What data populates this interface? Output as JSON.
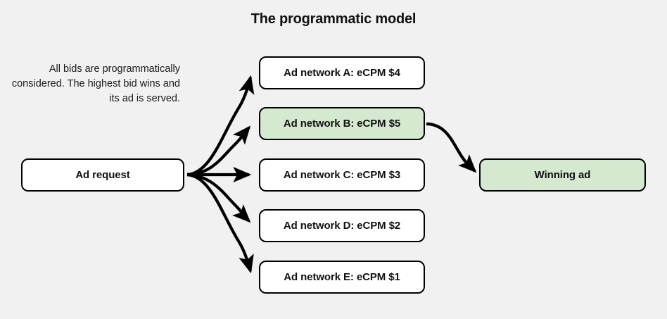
{
  "page": {
    "background_color": "#f1f1f1",
    "title": "The programmatic model"
  },
  "caption": {
    "text": "All bids are programmatically considered. The highest bid wins and its ad is served."
  },
  "colors": {
    "stroke": "#000000",
    "node_fill_default": "#ffffff",
    "node_fill_highlight": "#d4e9d0",
    "text": "#111111"
  },
  "diagram": {
    "type": "flow",
    "source_node": {
      "label": "Ad request",
      "fill": "#ffffff"
    },
    "bid_nodes": [
      {
        "label": "Ad network A: eCPM $4",
        "network": "A",
        "ecpm": 4,
        "fill": "#ffffff",
        "winner": false
      },
      {
        "label": "Ad network B: eCPM $5",
        "network": "B",
        "ecpm": 5,
        "fill": "#d4e9d0",
        "winner": true
      },
      {
        "label": "Ad network C: eCPM $3",
        "network": "C",
        "ecpm": 3,
        "fill": "#ffffff",
        "winner": false
      },
      {
        "label": "Ad network D: eCPM $2",
        "network": "D",
        "ecpm": 2,
        "fill": "#ffffff",
        "winner": false
      },
      {
        "label": "Ad network E: eCPM $1",
        "network": "E",
        "ecpm": 1,
        "fill": "#ffffff",
        "winner": false
      }
    ],
    "result_node": {
      "label": "Winning ad",
      "fill": "#d4e9d0"
    },
    "edges": [
      {
        "from": "Ad request",
        "to": "Ad network A: eCPM $4",
        "style": "curved-arrow"
      },
      {
        "from": "Ad request",
        "to": "Ad network B: eCPM $5",
        "style": "curved-arrow"
      },
      {
        "from": "Ad request",
        "to": "Ad network C: eCPM $3",
        "style": "straight-arrow"
      },
      {
        "from": "Ad request",
        "to": "Ad network D: eCPM $2",
        "style": "curved-arrow"
      },
      {
        "from": "Ad request",
        "to": "Ad network E: eCPM $1",
        "style": "curved-arrow"
      },
      {
        "from": "Ad network B: eCPM $5",
        "to": "Winning ad",
        "style": "curved-arrow"
      }
    ]
  }
}
